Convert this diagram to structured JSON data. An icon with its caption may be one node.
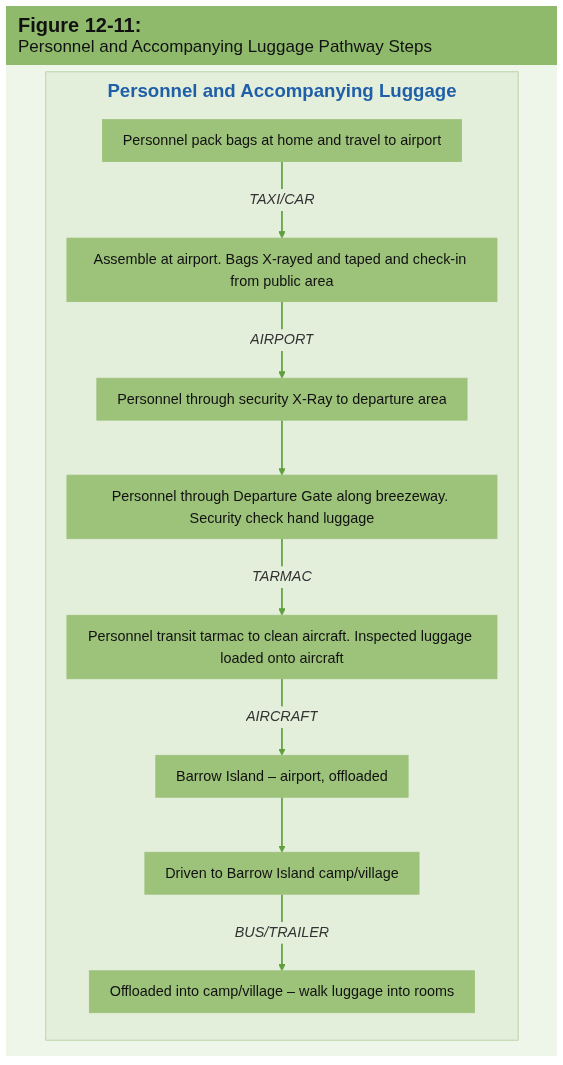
{
  "diagram": {
    "title": "Figure 12-11:",
    "caption": "Personnel and Accompanying Luggage Pathway Steps",
    "nodes": [
      {
        "text": [
          "Personnel and Accompanying Luggage"
        ]
      },
      {
        "text": [
          "Personnel pack bags at home and travel to airport"
        ],
        "in": 0
      },
      {
        "text": [
          "Assemble at airport. Bags X-rayed and taped and check-in from public area"
        ],
        "in": 0
      },
      {
        "text": [
          "Personnel through security X-Ray to departure area"
        ],
        "in": 0
      },
      {
        "text": [
          "Personnel through Departure Gate along breezeway. Security check hand luggage"
        ],
        "in": 0
      },
      {
        "text": [
          "Personnel transit tarmac to clean aircraft. Inspected luggage loaded onto aircraft"
        ],
        "in": 0
      },
      {
        "text": [
          "Barrow Island – airport, offloaded"
        ],
        "in": 0
      },
      {
        "text": [
          "Driven to Barrow Island camp/village"
        ],
        "in": 0
      },
      {
        "text": [
          "Offloaded into camp/village – walk luggage into rooms"
        ],
        "in": 0
      }
    ],
    "edges": [
      {
        "from": 1,
        "to": 2,
        "arrow": "to",
        "label": "TAXI/CAR"
      },
      {
        "from": 2,
        "to": 3,
        "arrow": "to",
        "label": "AIRPORT"
      },
      {
        "from": 3,
        "to": 4,
        "arrow": "to"
      },
      {
        "from": 4,
        "to": 5,
        "arrow": "to",
        "label": "TARMAC"
      },
      {
        "from": 5,
        "to": 6,
        "arrow": "to",
        "label": "AIRCRAFT"
      },
      {
        "from": 6,
        "to": 7,
        "arrow": "to"
      },
      {
        "from": 7,
        "to": 8,
        "arrow": "to",
        "label": "BUS/TRAILER"
      }
    ]
  }
}
